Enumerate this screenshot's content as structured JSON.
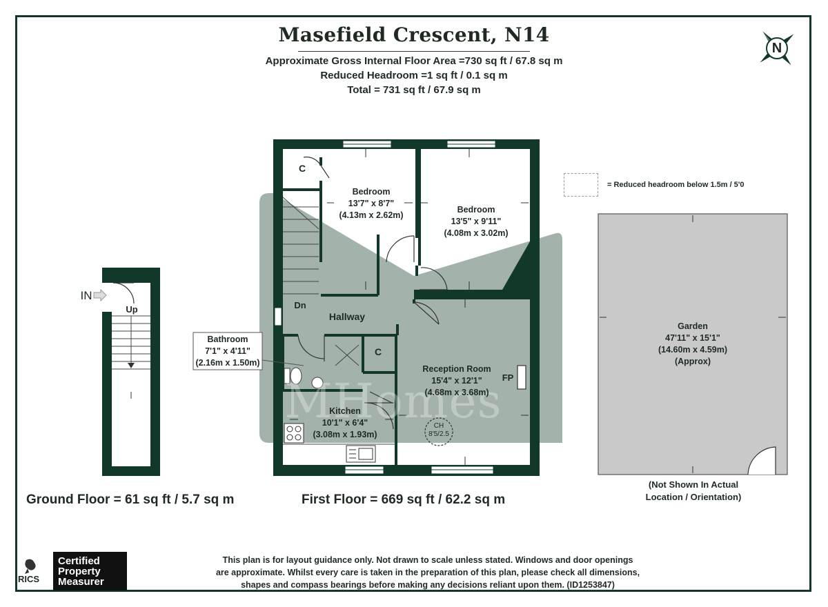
{
  "header": {
    "title": "Masefield Crescent, N14",
    "line1": "Approximate Gross Internal Floor Area =730 sq ft / 67.8 sq m",
    "line2": "Reduced Headroom =1 sq ft / 0.1 sq m",
    "line3": "Total = 731 sq ft / 67.9 sq m"
  },
  "compass": {
    "label": "N",
    "icon": "compass-icon"
  },
  "legend": {
    "text": "= Reduced headroom below 1.5m / 5'0"
  },
  "rooms": {
    "bedroom1": {
      "name": "Bedroom",
      "imperial": "13'7\" x 8'7\"",
      "metric": "(4.13m x 2.62m)"
    },
    "bedroom2": {
      "name": "Bedroom",
      "imperial": "13'5\" x 9'11\"",
      "metric": "(4.08m x 3.02m)"
    },
    "bathroom": {
      "name": "Bathroom",
      "imperial": "7'1\" x 4'11\"",
      "metric": "(2.16m x 1.50m)"
    },
    "reception": {
      "name": "Reception Room",
      "imperial": "15'4\" x 12'1\"",
      "metric": "(4.68m x 3.68m)"
    },
    "kitchen": {
      "name": "Kitchen",
      "imperial": "10'1\" x 6'4\"",
      "metric": "(3.08m x 1.93m)"
    },
    "garden": {
      "name": "Garden",
      "imperial": "47'11\" x 15'1\"",
      "metric": "(14.60m x 4.59m)",
      "note": "(Approx)"
    }
  },
  "marks": {
    "closet": "C",
    "closet2": "C",
    "hallway": "Hallway",
    "down": "Dn",
    "up": "Up",
    "entrance": "IN",
    "fireplace": "FP",
    "ch": "CH",
    "ch_size": "8'5/2.5"
  },
  "floors": {
    "ground": "Ground Floor  = 61 sq ft / 5.7 sq m",
    "first": "First Floor = 669 sq ft / 62.2 sq m"
  },
  "garden_note": [
    "(Not Shown In Actual",
    "Location / Orientation)"
  ],
  "watermark": "MHomes",
  "disclaimer": [
    "This plan is for layout guidance only. Not drawn to scale unless stated. Windows and door openings",
    "are approximate. Whilst every care is taken in the preparation of this plan, please check all dimensions,",
    "shapes and compass bearings before making any decisions reliant upon them. (ID1253847)"
  ],
  "badges": {
    "rics": "RICS",
    "certified": [
      "Certified",
      "Property",
      "Measurer"
    ]
  },
  "colors": {
    "wall": "#12382a",
    "watermark": "#a3b2aa",
    "garden": "#c9c9c9",
    "text": "#1e2a22"
  }
}
